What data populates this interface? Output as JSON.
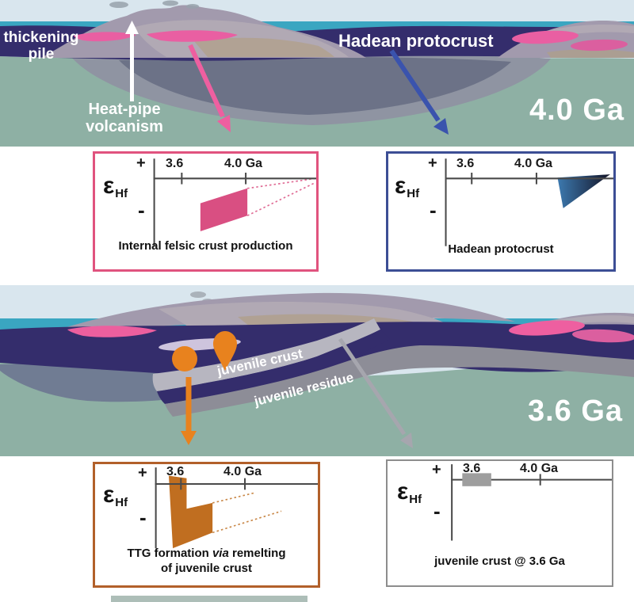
{
  "palette": {
    "sky": "#d9e6ee",
    "water_teal": "#3aa6c1",
    "crust_navy": "#342d6c",
    "mantle_teal": "#8eb0a4",
    "mountain_gray": "#a29aad",
    "mountain_light": "#b1a9b4",
    "sill_pink": "#e95fa2",
    "magma_orange": "#e8821e",
    "ribbon_light_gray": "#b7b6c0",
    "ribbon_dark_gray": "#8d8d97",
    "box_pink_border": "#e0537e",
    "box_blue_border": "#3c4e95",
    "box_orange_border": "#b2602a",
    "box_gray_border": "#8d8d8d",
    "felsic_field_pink": "#d94f82",
    "ttg_field_orange": "#c06e20",
    "juvenile_field_gray": "#9e9e9e",
    "wedge_gradient_start": "#3f80b8",
    "wedge_gradient_end": "#15172b"
  },
  "pano_top": {
    "age_label": "4.0 Ga",
    "thickening_line1": "thickening",
    "thickening_line2": "pile",
    "heatpipe_line1": "Heat-pipe",
    "heatpipe_line2": "volcanism",
    "hadean_label": "Hadean protocrust"
  },
  "pano_bottom": {
    "age_label": "3.6 Ga",
    "juvenile_crust_label": "juvenile crust",
    "juvenile_residue_label": "juvenile residue"
  },
  "axis": {
    "plus": "+",
    "minus": "-",
    "epsilon": "ε",
    "epsilon_sub": "Hf",
    "tick_36": "3.6",
    "tick_40": "4.0 Ga"
  },
  "charts": {
    "felsic": {
      "caption": "Internal felsic crust production"
    },
    "hadean": {
      "caption": "Hadean protocrust"
    },
    "ttg": {
      "caption_pre": "TTG formation ",
      "caption_via": "via",
      "caption_post": " remelting",
      "caption_line2": "of juvenile crust"
    },
    "juvenile": {
      "caption": "juvenile crust @ 3.6 Ga"
    }
  },
  "chart_data": [
    {
      "type": "area",
      "title": "Internal felsic crust production",
      "ylabel": "εHf",
      "xlabel": "Ga",
      "x_ticks": [
        "3.6",
        "4.0"
      ],
      "y_labels": [
        "+",
        "-"
      ],
      "series": [
        {
          "name": "felsic crust field",
          "shape": "parallelogram below axis",
          "x_range_ga": [
            3.75,
            3.95
          ],
          "epsilon_hf": "negative, field slants more negative toward younger ages",
          "annotation": "pink dashed extrapolation lines converge to the axis beyond 4.0 Ga"
        }
      ],
      "accent_color": "#d94f82"
    },
    {
      "type": "area",
      "title": "Hadean protocrust",
      "ylabel": "εHf",
      "xlabel": "Ga",
      "x_ticks": [
        "3.6",
        "4.0"
      ],
      "y_labels": [
        "+",
        "-"
      ],
      "series": [
        {
          "name": "Hadean protocrust wedge",
          "shape": "downward triangle hanging from axis just older than 4.0 Ga",
          "x_range_ga": [
            4.0,
            4.4
          ],
          "epsilon_hf": "starts chondritic (0) and spreads slightly negative",
          "gradient": [
            "#3f80b8",
            "#15172b"
          ]
        }
      ]
    },
    {
      "type": "area",
      "title": "TTG formation via remelting of juvenile crust",
      "ylabel": "εHf",
      "xlabel": "Ga",
      "x_ticks": [
        "3.6",
        "4.0"
      ],
      "y_labels": [
        "+",
        "-"
      ],
      "series": [
        {
          "name": "TTG field",
          "shape": "thick checkmark / L polygon at 3.6 Ga reaching strongly negative εHf",
          "x_range_ga": [
            3.55,
            3.75
          ],
          "epsilon_hf": "slightly positive at axis top down to strongly negative",
          "annotation": "orange dashed extrapolation lines rise toward the 4.0 Ga axis"
        }
      ],
      "accent_color": "#c06e20"
    },
    {
      "type": "area",
      "title": "juvenile crust @ 3.6 Ga",
      "ylabel": "εHf",
      "xlabel": "Ga",
      "x_ticks": [
        "3.6",
        "4.0"
      ],
      "y_labels": [
        "+",
        "-"
      ],
      "series": [
        {
          "name": "juvenile crust",
          "shape": "small rectangle straddling the axis at 3.6 Ga",
          "x_range_ga": [
            3.55,
            3.7
          ],
          "epsilon_hf": "near zero (chondritic)",
          "color": "#9e9e9e"
        }
      ]
    }
  ]
}
